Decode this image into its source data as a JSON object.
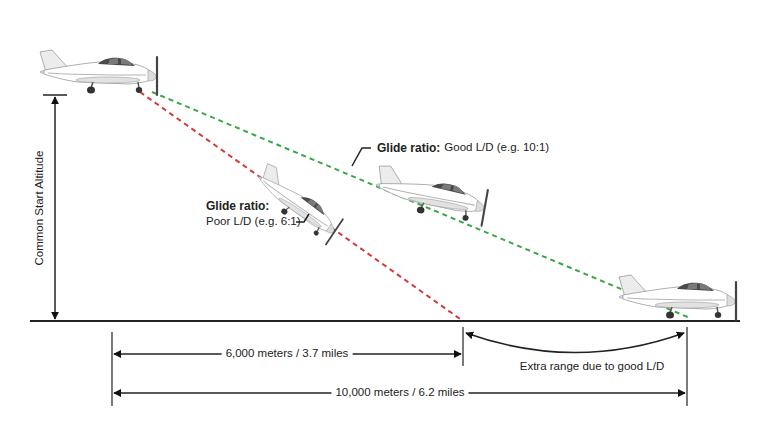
{
  "diagram": {
    "labels": [
      "Common Start Altitude",
      "Glide ratio:",
      "Good L/D (e.g. 10:1)",
      "Glide ratio:",
      "Poor L/D (e.g. 6:1)",
      "6,000 meters / 3.7 miles",
      "Extra range due to good L/D",
      "10,000 meters / 6.2 miles"
    ]
  }
}
